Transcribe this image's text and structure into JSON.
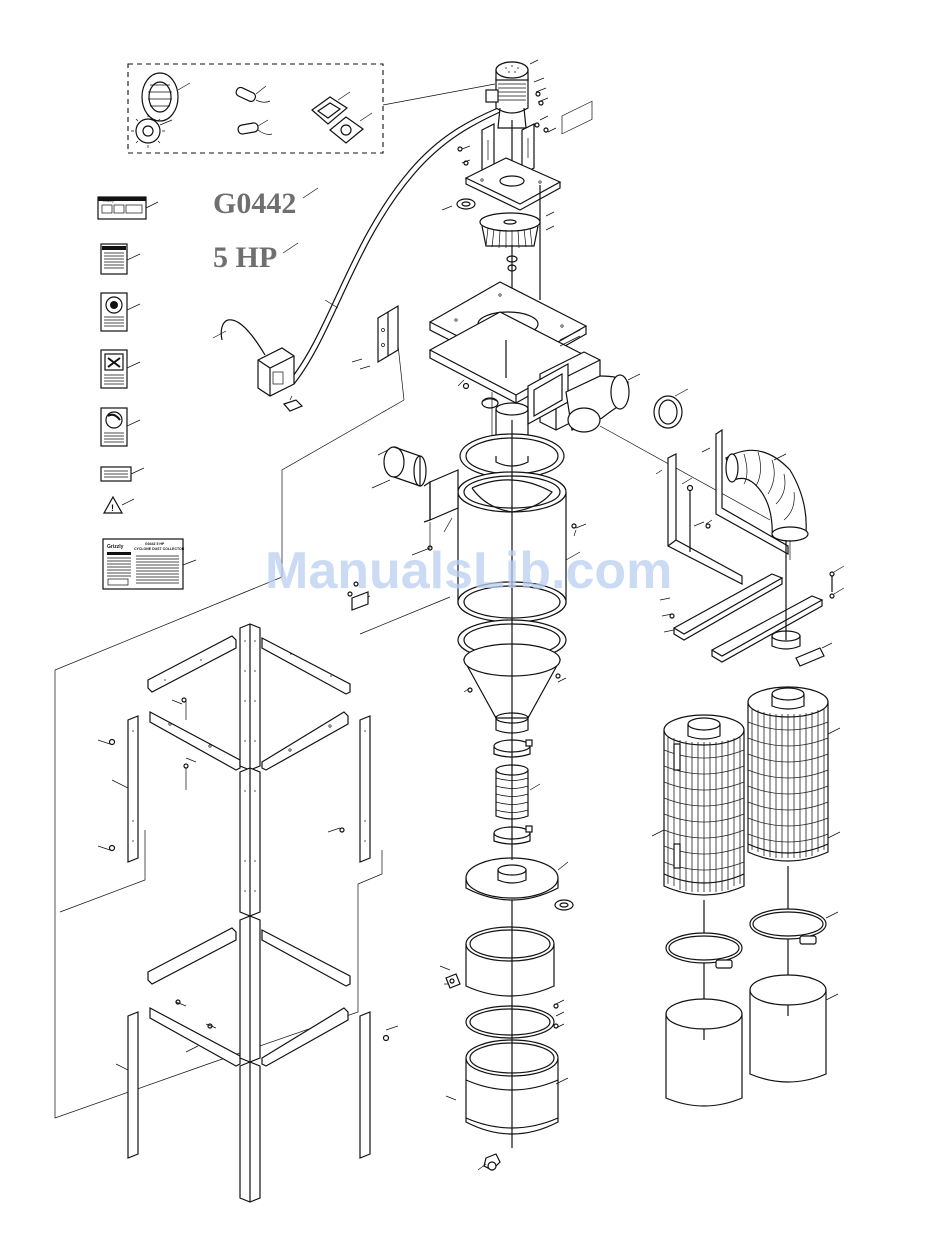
{
  "model": "G0442",
  "power": "5 HP",
  "watermark": "ManualsLib.com",
  "labels": {
    "control_panel": "Grizzly",
    "id_plate_brand": "Grizzly",
    "id_plate_title_1": "G0442 5 HP",
    "id_plate_title_2": "CYCLONE DUST COLLECTOR"
  },
  "colors": {
    "line": "#111111",
    "model_text": "#6f6f6f",
    "watermark": "#b9cff0"
  }
}
